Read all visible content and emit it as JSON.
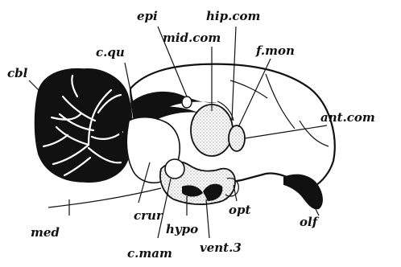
{
  "labels": {
    "epi": "epi",
    "hip_com": "hip.com",
    "mid_com": "mid.com",
    "c_qu": "c.qu",
    "f_mon": "f.mon",
    "cbl": "cbl",
    "ant_com": "ant.com",
    "crur": "crur",
    "med": "med",
    "hypo": "hypo",
    "opt": "opt",
    "olf": "olf",
    "c_mam": "c.mam",
    "vent_3": "vent.3"
  },
  "colors": {
    "ink": "#111111",
    "paper": "#ffffff",
    "stipple": "#d8d8d8"
  }
}
